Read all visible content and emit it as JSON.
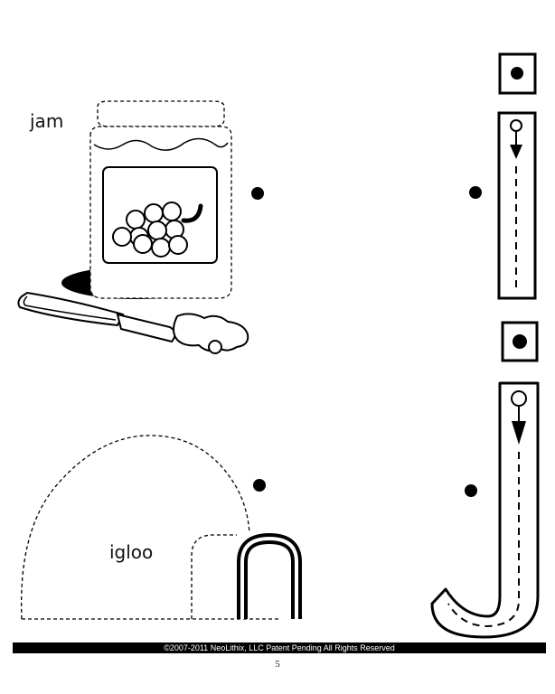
{
  "worksheet": {
    "words": {
      "jam": "jam",
      "igloo": "igloo"
    },
    "footer": {
      "copyright": "©2007-2011 NeoLithix, LLC Patent Pending All Rights Reserved"
    },
    "page_number": "5"
  },
  "colors": {
    "ink": "#000000",
    "paper": "#ffffff"
  },
  "icons": {
    "jam_picture": "jam-jar-with-grapes-and-knife",
    "igloo_picture": "igloo-with-letter-n-shape",
    "start_marker": "filled-dot-in-square",
    "stroke_guide": "letter-j-tracing-guide"
  }
}
